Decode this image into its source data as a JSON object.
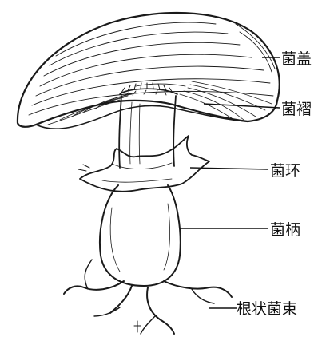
{
  "diagram": {
    "labels": {
      "cap": "菌盖",
      "gills": "菌褶",
      "ring": "菌环",
      "stipe": "菌柄",
      "rhizomorph": "根状菌束"
    }
  }
}
